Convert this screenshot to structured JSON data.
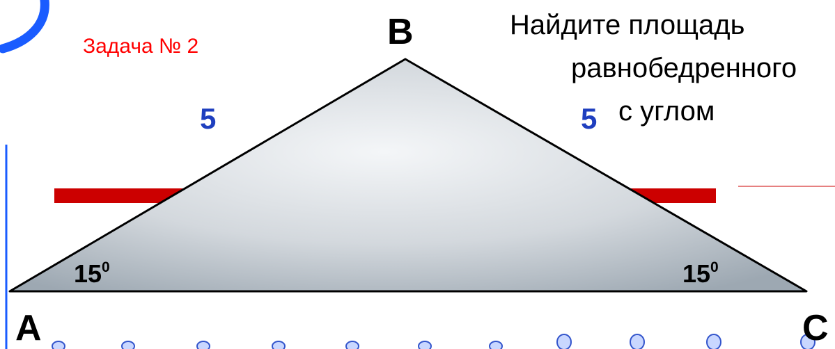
{
  "task_label": "Задача № 2",
  "problem_lines": [
    "Найдите площадь",
    "равнобедренного",
    "с углом"
  ],
  "vertices": {
    "a": "A",
    "b": "B",
    "c": "C"
  },
  "sides": {
    "ab": "5",
    "bc": "5"
  },
  "angles": {
    "a": {
      "value": "15",
      "unit": "0"
    },
    "c": {
      "value": "15",
      "unit": "0"
    }
  },
  "colors": {
    "task": "#ff0000",
    "side_labels": "#1f3fbf",
    "accent_bar": "#cc0000",
    "decor_arc": "#1a5cff",
    "triangle_fill_light": "#f2f4f6",
    "triangle_fill_dark": "#9faab4"
  },
  "icons": [
    "blue-arc-decoration",
    "bead-chain-decoration"
  ]
}
